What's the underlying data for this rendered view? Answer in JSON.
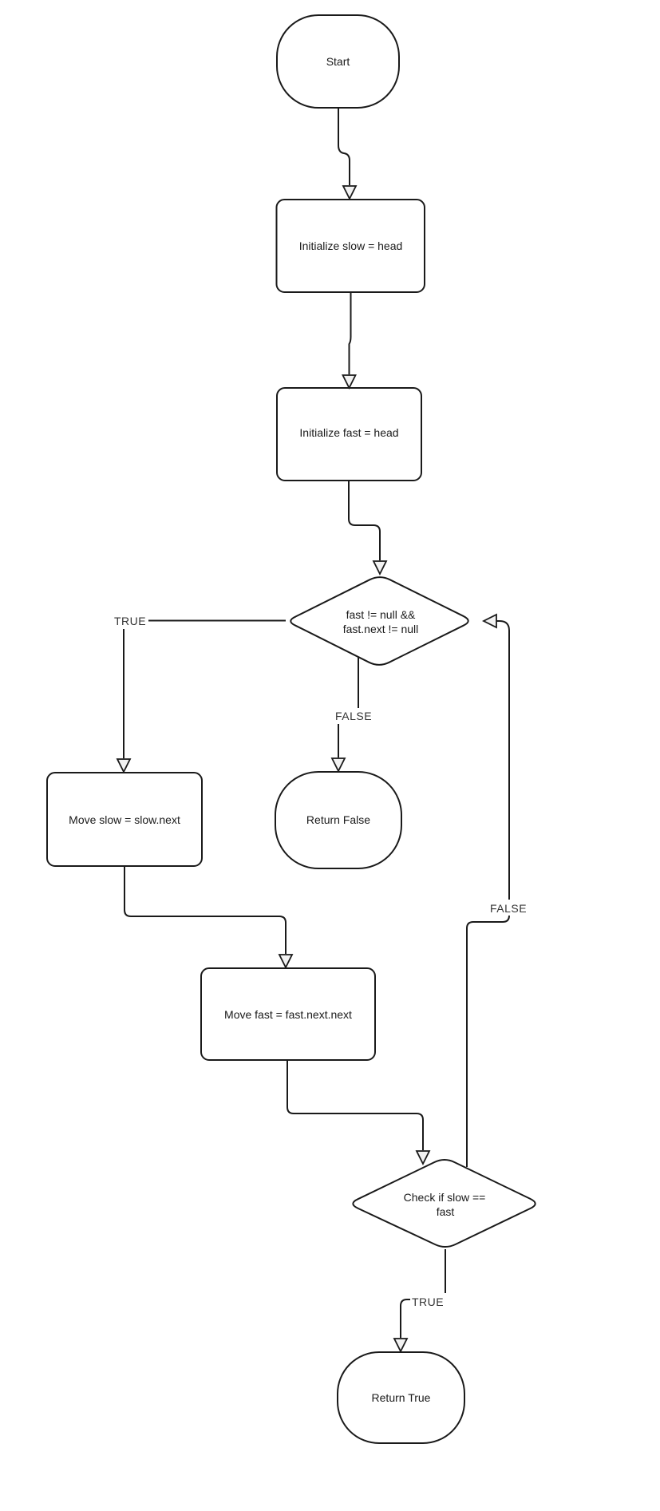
{
  "diagram": {
    "description": "Flowchart for linked-list cycle detection (slow/fast pointers)",
    "nodes": {
      "start": {
        "type": "terminator",
        "label": "Start"
      },
      "init_slow": {
        "type": "process",
        "label": "Initialize slow = head"
      },
      "init_fast": {
        "type": "process",
        "label": "Initialize fast = head"
      },
      "null_check": {
        "type": "decision",
        "label_line1": "fast != null &&",
        "label_line2": "fast.next != null"
      },
      "move_slow": {
        "type": "process",
        "label": "Move slow = slow.next"
      },
      "return_false": {
        "type": "terminator",
        "label": "Return False"
      },
      "move_fast": {
        "type": "process",
        "label": "Move fast = fast.next.next"
      },
      "equality_check": {
        "type": "decision",
        "label_line1": "Check if slow ==",
        "label_line2": "fast"
      },
      "return_true": {
        "type": "terminator",
        "label": "Return True"
      }
    },
    "edge_labels": {
      "null_check_true": "TRUE",
      "null_check_false": "FALSE",
      "equality_check_false": "FALSE",
      "equality_check_true": "TRUE"
    },
    "colors": {
      "background": "#ffffff",
      "stroke": "#1a1a1a",
      "node_fill": "#ffffff",
      "arrowhead_fill": "#f2f2f2",
      "node_text": "#1a1a1a",
      "edge_label_text": "#333333"
    }
  }
}
